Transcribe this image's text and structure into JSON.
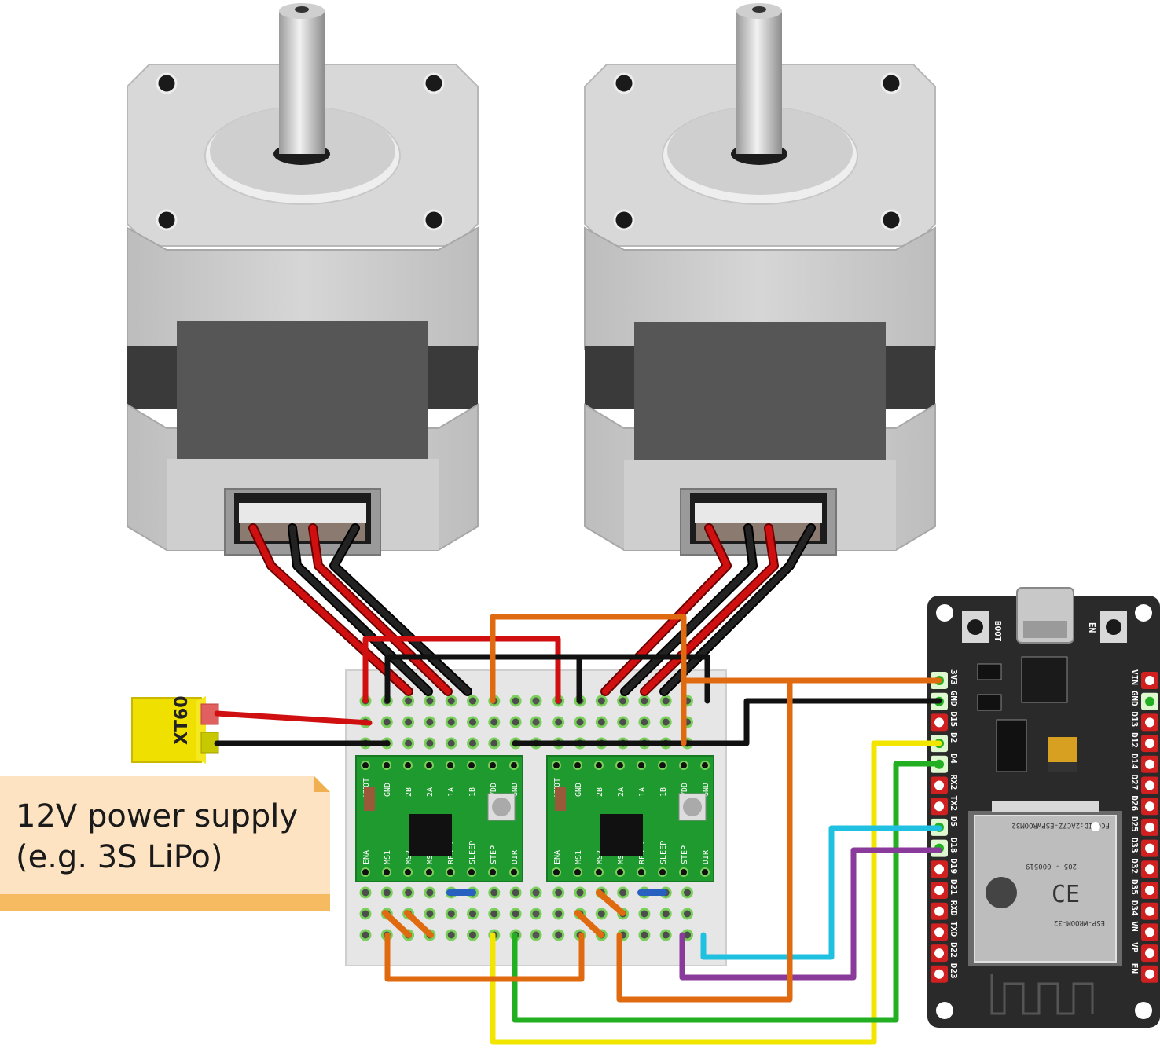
{
  "note": {
    "line1": "12V power supply",
    "line2": "(e.g. 3S LiPo)"
  },
  "connector": {
    "label": "XT60"
  },
  "driver": {
    "top_pins": [
      "VMOT",
      "GND",
      "2B",
      "2A",
      "1A",
      "1B",
      "VDD",
      "GND"
    ],
    "bottom_pins": [
      "ENA",
      "MS1",
      "MS2",
      "MS3",
      "RESET",
      "SLEEP",
      "STEP",
      "DIR"
    ]
  },
  "esp32": {
    "left_pins": [
      "3V3",
      "GND",
      "D15",
      "D2",
      "D4",
      "RX2",
      "TX2",
      "D5",
      "D18",
      "D19",
      "D21",
      "RXD",
      "TXD",
      "D22",
      "D23"
    ],
    "right_pins": [
      "VIN",
      "GND",
      "D13",
      "D12",
      "D14",
      "D27",
      "D26",
      "D25",
      "D33",
      "D32",
      "D35",
      "D34",
      "VN",
      "VP",
      "EN"
    ],
    "boot_label": "BOOT",
    "en_label": "EN",
    "module_lines": [
      "FCC ID:2AC7Z-ESPWROOM32",
      "205 - 000519",
      "ESP-WROOM-32"
    ]
  },
  "colors": {
    "red_wire": "#d01010",
    "black_wire": "#111111",
    "orange_wire": "#e06a10",
    "yellow_wire": "#f2e600",
    "green_wire": "#22b022",
    "cyan_wire": "#20c0e0",
    "purple_wire": "#8a3a9a",
    "driver_board": "#1f9a2e",
    "esp_board": "#2a2a2a",
    "note_bg": "#fde3c2"
  }
}
